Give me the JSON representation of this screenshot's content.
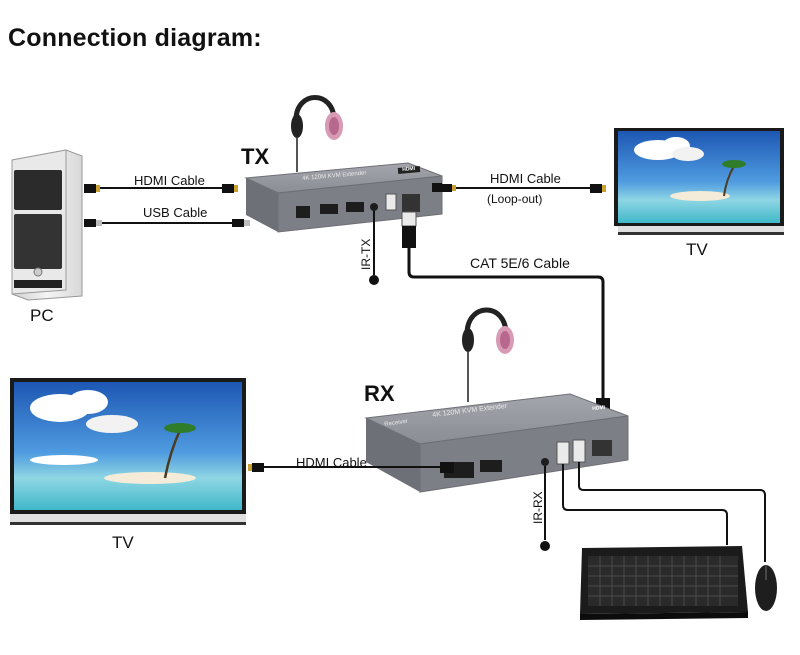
{
  "title": "Connection diagram:",
  "devices": {
    "tx": "TX",
    "rx": "RX",
    "pc": "PC",
    "tv_top": "TV",
    "tv_bottom": "TV"
  },
  "cables": {
    "pc_hdmi": "HDMI Cable",
    "pc_usb": "USB Cable",
    "loop_hdmi": "HDMI Cable",
    "loop_note": "(Loop-out)",
    "cat": "CAT 5E/6 Cable",
    "rx_hdmi": "HDMI Cable"
  },
  "ports": {
    "ir_tx": "IR-TX",
    "ir_rx": "IR-RX"
  },
  "box_text": {
    "tx_model": "4K 120M KVM Extender",
    "rx_model": "4K 120M KVM Extender",
    "rx_sub": "Receiver",
    "hdmi_logo": "HDMI"
  },
  "colors": {
    "box_body": "#7d7f86",
    "box_top": "#9a9ca3",
    "cable": "#1a1a1a",
    "sky": "#2a6fc6",
    "sea": "#5fd1d9",
    "pc_body": "#e6e6e6"
  }
}
